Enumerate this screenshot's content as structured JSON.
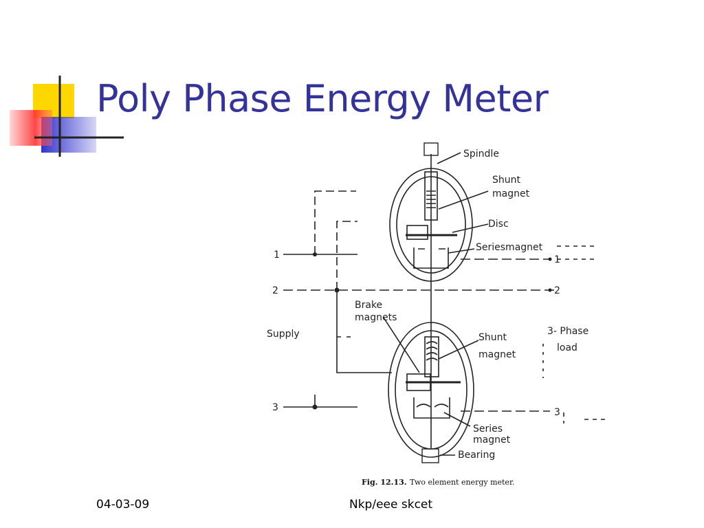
{
  "slide": {
    "title": "Poly Phase Energy Meter",
    "footer_date": "04-03-09",
    "footer_author": "Nkp/eee skcet"
  },
  "diagram": {
    "labels": {
      "spindle": "Spindle",
      "shunt_magnet_top_1": "Shunt",
      "shunt_magnet_top_2": "magnet",
      "disc": "Disc",
      "series_magnet_top": "Seriesmagnet",
      "brake_1": "Brake",
      "brake_2": "magnets",
      "supply": "Supply",
      "shunt_magnet_bot_1": "Shunt",
      "shunt_magnet_bot_2": "magnet",
      "load_1": "3- Phase",
      "load_2": "load",
      "series_bot_1": "Series",
      "series_bot_2": "magnet",
      "bearing": "Bearing",
      "phase_1_left": "1",
      "phase_2_left": "2",
      "phase_3_left": "3",
      "phase_1_right": "1",
      "phase_2_right": "2",
      "phase_3_right": "3",
      "caption_fig": "Fig. 12.13.",
      "caption_text": "Two element energy meter."
    }
  },
  "colors": {
    "title": "#33339a",
    "deco_yellow": "#ffd700",
    "deco_blue": "#3333cc",
    "deco_red": "#ff3333"
  }
}
